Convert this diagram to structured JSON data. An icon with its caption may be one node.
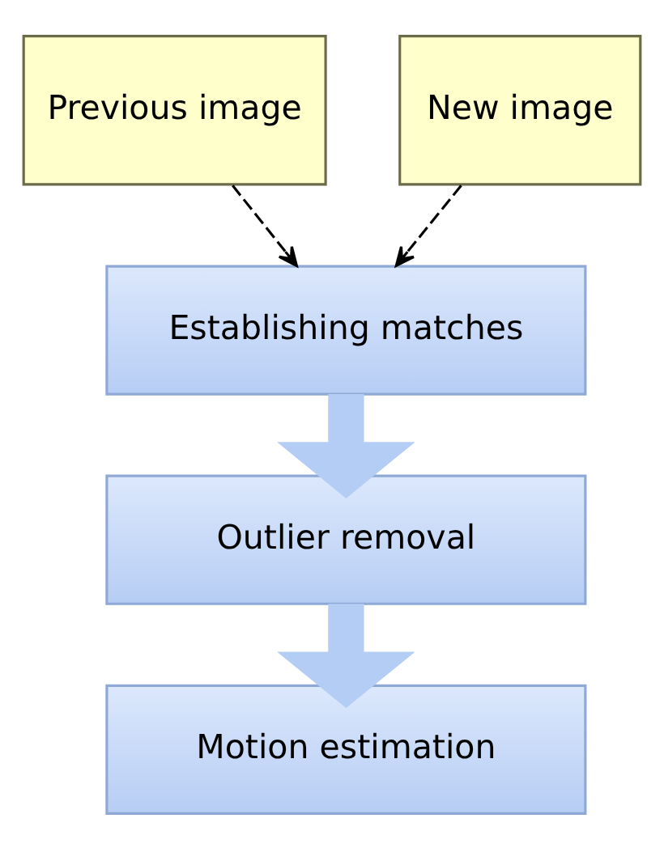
{
  "diagram": {
    "nodes": [
      {
        "text": [
          "Previous image"
        ]
      },
      {
        "text": [
          "New image"
        ]
      },
      {
        "text": [
          "Establishing matches"
        ]
      },
      {
        "text": [
          "Outlier removal"
        ]
      },
      {
        "text": [
          "Motion estimation"
        ]
      }
    ],
    "edges": [
      {
        "from": 0,
        "to": 2,
        "arrow": "to",
        "style": "dashed"
      },
      {
        "from": 1,
        "to": 2,
        "arrow": "to",
        "style": "dashed"
      },
      {
        "from": 2,
        "to": 3,
        "arrow": "to",
        "style": "thick",
        "color": "#b4cdf5"
      },
      {
        "from": 3,
        "to": 4,
        "arrow": "to",
        "style": "thick",
        "color": "#b4cdf5"
      }
    ]
  }
}
